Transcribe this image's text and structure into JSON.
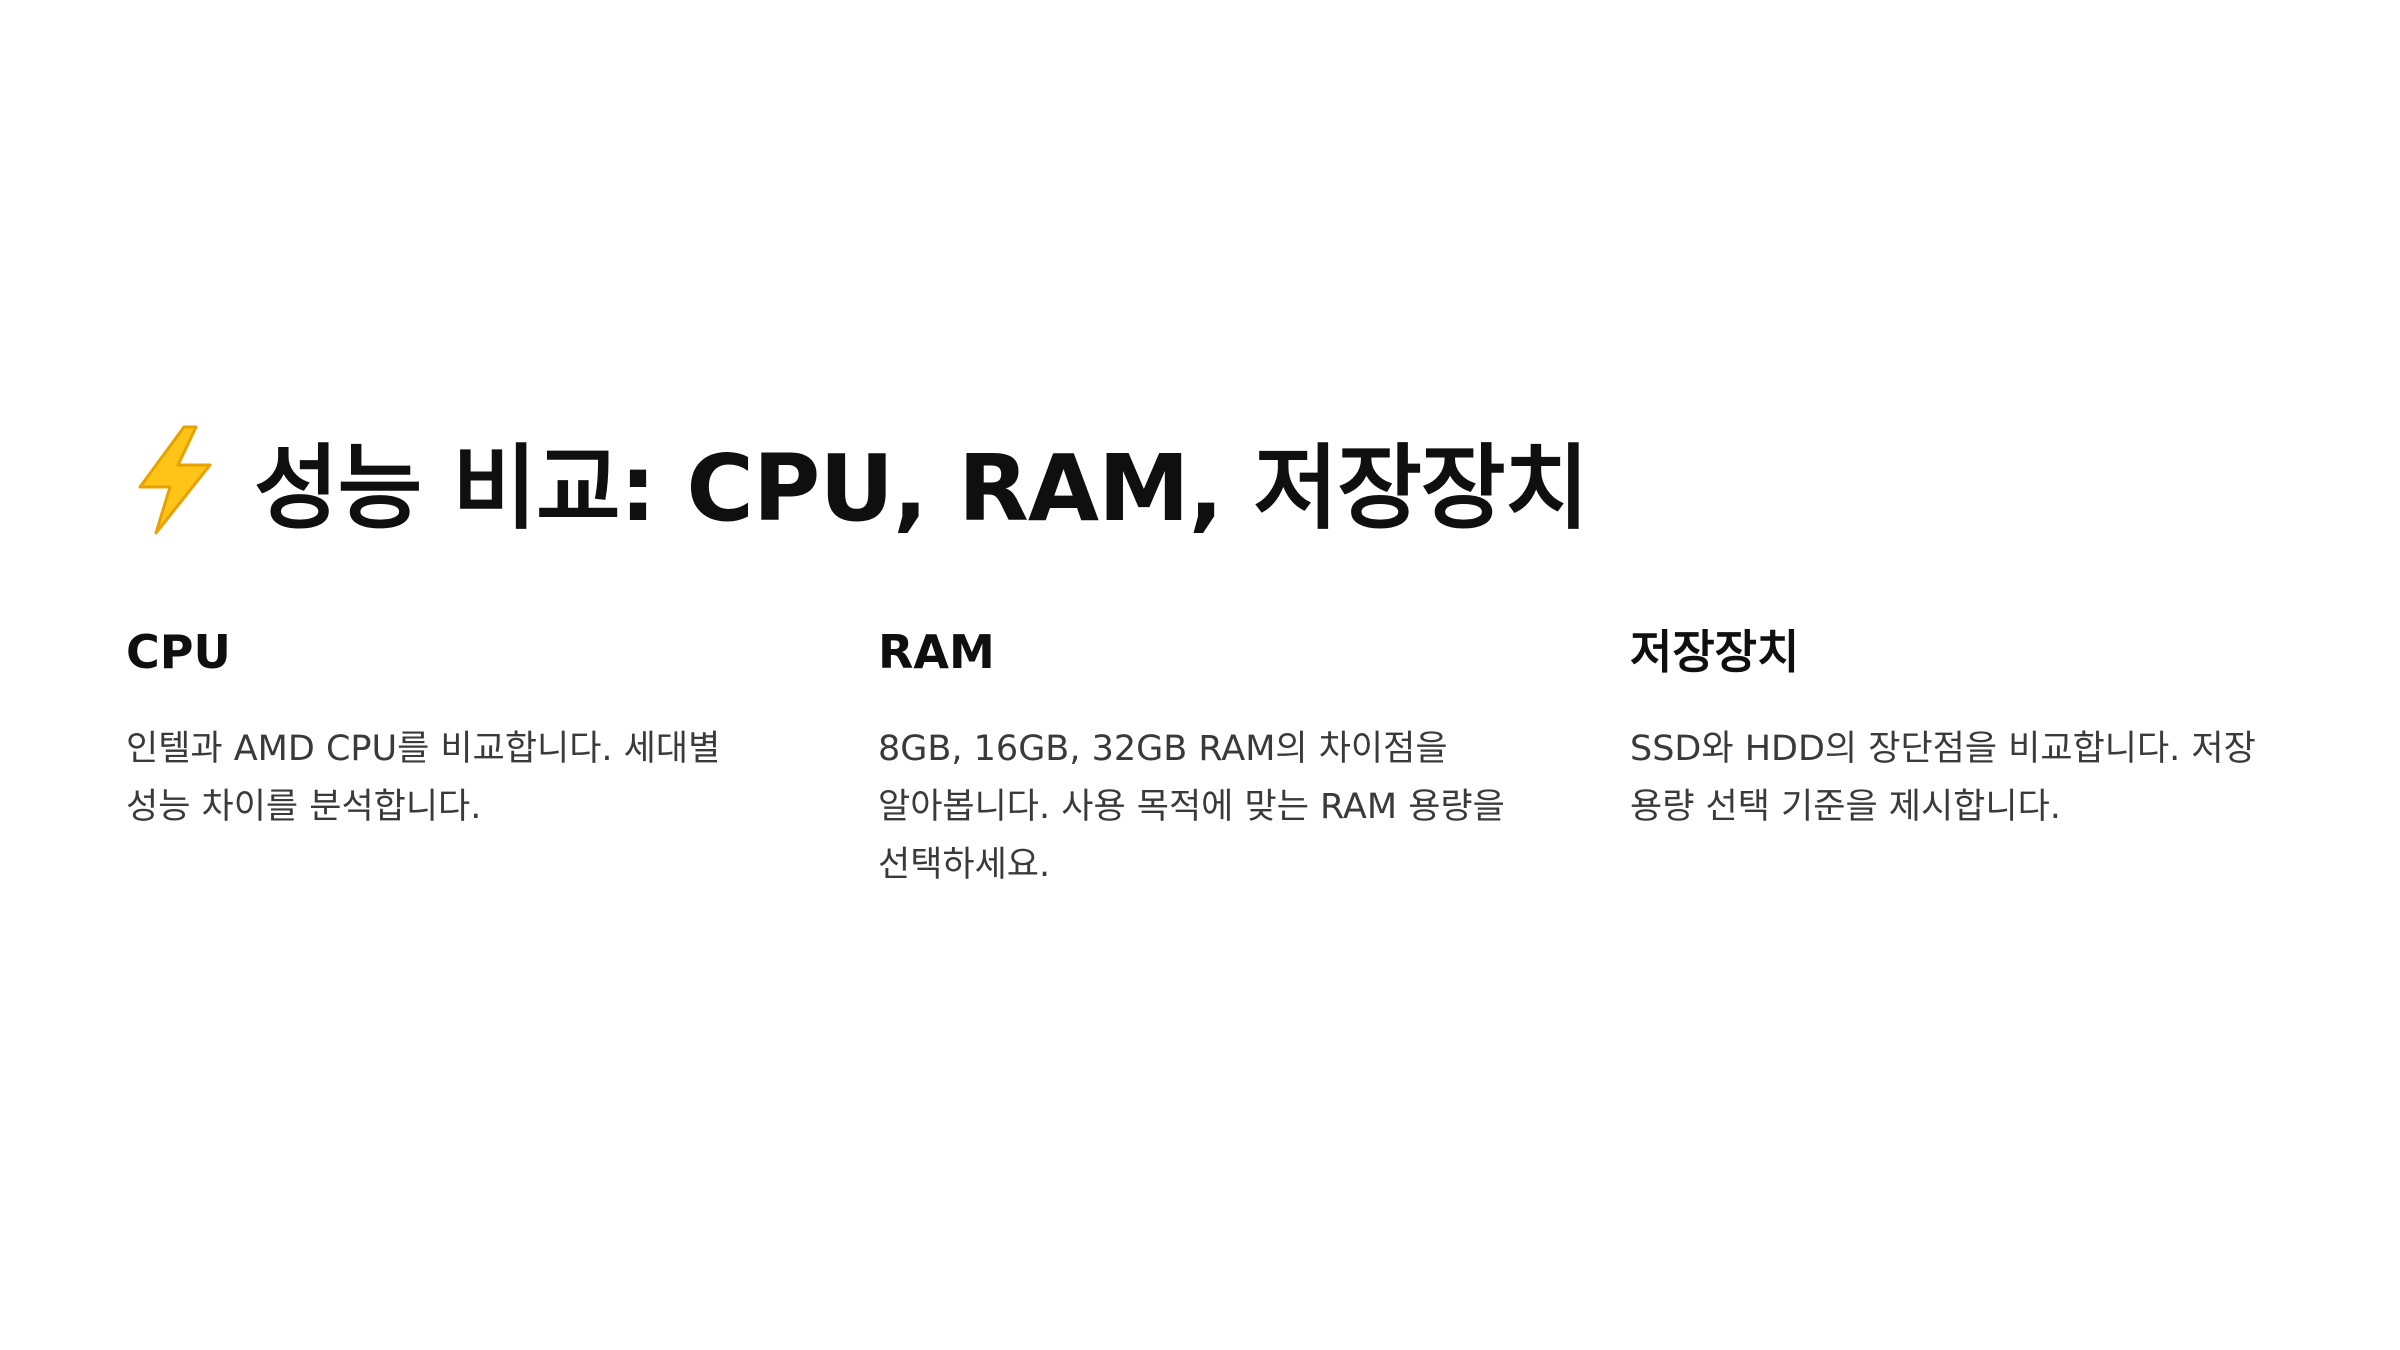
{
  "slide": {
    "title_icon": "lightning-bolt-icon",
    "title": "성능 비교: CPU, RAM, 저장장치",
    "columns": [
      {
        "heading": "CPU",
        "body": "인텔과 AMD CPU를 비교합니다. 세대별 성능 차이를 분석합니다."
      },
      {
        "heading": "RAM",
        "body": "8GB, 16GB, 32GB RAM의 차이점을 알아봅니다. 사용 목적에 맞는 RAM 용량을 선택하세요."
      },
      {
        "heading": "저장장치",
        "body": "SSD와 HDD의 장단점을 비교합니다. 저장 용량 선택 기준을 제시합니다."
      }
    ]
  },
  "colors": {
    "bolt_fill": "#FFC417",
    "bolt_stroke": "#E8A200",
    "heading": "#0f0f0f",
    "body_text": "#3a3a3a",
    "background": "#ffffff"
  }
}
